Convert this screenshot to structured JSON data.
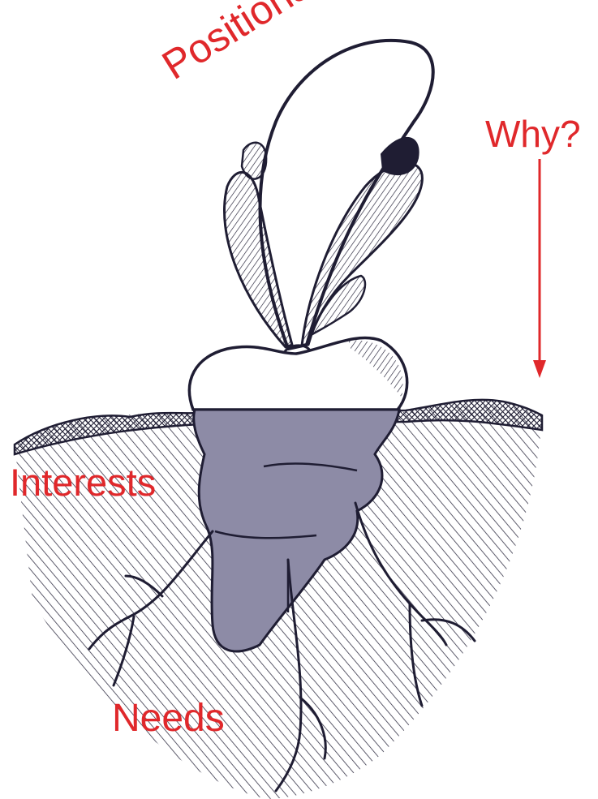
{
  "labels": {
    "positions": "Positions",
    "why": "Why?",
    "interests": "Interests",
    "needs": "Needs"
  },
  "colors": {
    "label_red": "#e0282b",
    "ink": "#1f1d33",
    "root_fill": "#8d8ba6",
    "paper": "#ffffff"
  }
}
